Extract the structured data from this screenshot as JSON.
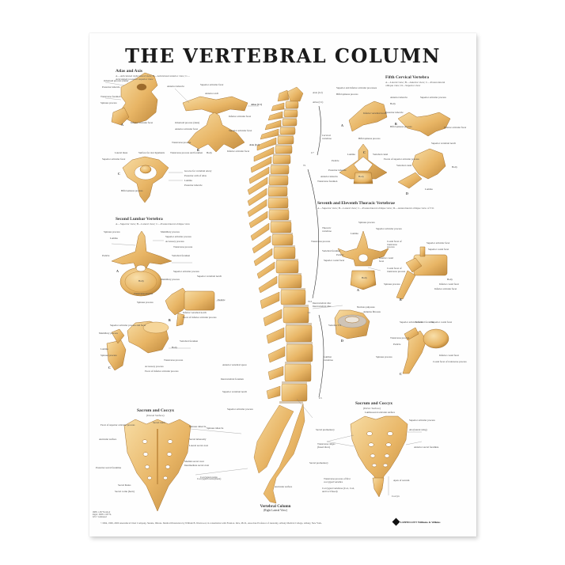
{
  "poster": {
    "title": "THE VERTEBRAL COLUMN",
    "colors": {
      "bone": "#e9b86a",
      "bone_dark": "#b98336",
      "bone_light": "#f6d79c",
      "disc": "#cfc3b4",
      "text": "#1a1a1a",
      "paper": "#fefefe"
    }
  },
  "sections": {
    "atlas_axis": {
      "title": "Atlas and Axis",
      "subtitle": "A—Articulated right lateral view; B—Articulated anterior view; C—Articulated posterior superior view",
      "labels": [
        "Odontoid process (dens)",
        "Posterior tubercle",
        "Transverse foramen",
        "Spinous process",
        "Inferior articular facet",
        "Anterior tubercle",
        "Superior articular facet",
        "Anterior arch",
        "Atlas (C1)",
        "Odontoid process (dens)",
        "Anterior articular facet",
        "Inferior articular facet",
        "Superior articular facet",
        "Transverse process",
        "Body",
        "Axis (C2)",
        "Inferior articular facet",
        "Lateral mass",
        "Superior articular facet",
        "Surface for alar ligaments",
        "Transverse process and foramen",
        "Groove for vertebral artery",
        "Posterior arch of atlas",
        "Lamina",
        "Posterior tubercle",
        "Bifid spinous process",
        "Body"
      ],
      "letters": [
        "A",
        "B",
        "C"
      ]
    },
    "second_lumbar": {
      "title": "Second Lumbar Vertebra",
      "subtitle": "A—Superior view; B—Lateral view; C—Posterolateral oblique view",
      "labels": [
        "Spinous process",
        "Lamina",
        "Pedicle",
        "Mamillary process",
        "Superior articular process",
        "Accessory process",
        "Transverse process",
        "Vertebral foramen",
        "Body",
        "Superior articular process",
        "Superior vertebral notch",
        "Mamillary process",
        "Transverse process",
        "Spinous process",
        "Pedicle",
        "Inferior vertebral notch",
        "Facet of inferior articular process",
        "Superior articular process and facet",
        "Mamillary process",
        "Lamina",
        "Spinous process",
        "Vertebral foramen",
        "Body",
        "Transverse process",
        "Accessory process",
        "Facet of inferior articular process"
      ],
      "letters": [
        "A",
        "B",
        "C"
      ]
    },
    "sacrum_dorsal": {
      "title": "Sacrum and Coccyx",
      "subtitle": "(Dorsal Surface)",
      "labels": [
        "Facet of superior articular process",
        "Auricular surface",
        "Posterior sacral foramina",
        "Sacral hiatus",
        "Sacral cornu (horn)",
        "Sacral canal",
        "Spinous tubercle",
        "Sacral tuberosity",
        "Lateral sacral crest",
        "Median sacral crest",
        "Intermediate sacral crest",
        "Coccygeal cornu (horn)"
      ]
    },
    "vertebral_column": {
      "caption_title": "Vertebral Column",
      "caption_subtitle": "(Right Lateral View)",
      "labels": [
        "Axis (C2)",
        "Atlas (C1)",
        "Cervical vertebrae",
        "C7",
        "T1",
        "Thoracic vertebrae",
        "T12",
        "L1",
        "Lumbar vertebrae",
        "L5",
        "Intervertebral disc",
        "Anterior vertebral space",
        "Intervertebral foramen",
        "Superior vertebral notch",
        "Superior articular process",
        "Sacral promontory",
        "Auricular surface",
        "Spinous tubercle",
        "Coccygeal cornu"
      ]
    },
    "fifth_cervical": {
      "title": "Fifth Cervical Vertebra",
      "subtitle": "A—Lateral view; B—Anterior view; C—Posterolateral oblique view; D—Superior view",
      "labels": [
        "Superior and inferior articular processes",
        "Bifid spinous process",
        "Inferior vertebral notch",
        "Anterior tubercle",
        "Body",
        "Posterior tubercle",
        "Superior articular process",
        "Bifid spinous process",
        "Inferior articular facet",
        "Bifid spinous process",
        "Lamina",
        "Pedicle",
        "Posterior tubercle",
        "Anterior tubercle",
        "Transverse foramen",
        "Vertebral canal",
        "Facets of superior articular process",
        "Superior vertebral notch",
        "Vertebral canal",
        "Body",
        "Lamina",
        "Body"
      ],
      "letters": [
        "A",
        "B",
        "C",
        "D"
      ]
    },
    "thoracic": {
      "title": "Seventh and Eleventh Thoracic Vertebrae",
      "subtitle": "A—Superior view; B—Lateral view; C—Posterolateral oblique view; D—Anterolateral oblique view of T11",
      "labels": [
        "Spinous process",
        "Lamina",
        "Superior articular process",
        "Transverse process",
        "Costal facet of transverse process",
        "Vertebral foramen",
        "Pedicle",
        "Superior costal facet",
        "Inferior costal facet",
        "Body",
        "Superior articular facet",
        "Superior costal facet",
        "Costal facet of transverse process",
        "Spinous process",
        "Body",
        "Inferior costal facet",
        "Inferior articular facet",
        "Intervertebral disc",
        "Nucleus pulposus",
        "Annulus fibrosus",
        "Vertebra T11",
        "Superior articular facet",
        "Vertebral foramen",
        "Superior costal facet",
        "Transverse process",
        "Pedicle",
        "Spinous process",
        "Inferior costal facet",
        "Costal facet of transverse process"
      ],
      "letters": [
        "A",
        "B",
        "C",
        "D"
      ]
    },
    "sacrum_pelvic": {
      "title": "Sacrum and Coccyx",
      "subtitle": "(Pelvic Surface)",
      "labels": [
        "Lumbosacral articular surface",
        "Superior articular process",
        "Ala (lateral wing)",
        "Sacral promontory",
        "Transverse ridges (fused discs)",
        "Anterior sacral foramina",
        "Transverse process of first coccygeal vertebra",
        "Coccygeal vertebrae (Co1, Co2, and Co3 fused)",
        "Apex of sacrum",
        "Coccyx"
      ]
    }
  },
  "footer": {
    "catalog": "ISBN 1-58779-024-9 Rigid / ISBN 1-58779-025-7 Laminated",
    "copyright": "©1994, 1999, 2000 Anatomical Chart Company, Skokie, Illinois. Medical Illustration by William B. Westwood, in consultation with Frank A. Rice, Ph.D., Associate Professor of Anatomy, Albany Medical College, Albany, New York.",
    "publisher": "LIPPINCOTT Williams & Wilkins"
  }
}
